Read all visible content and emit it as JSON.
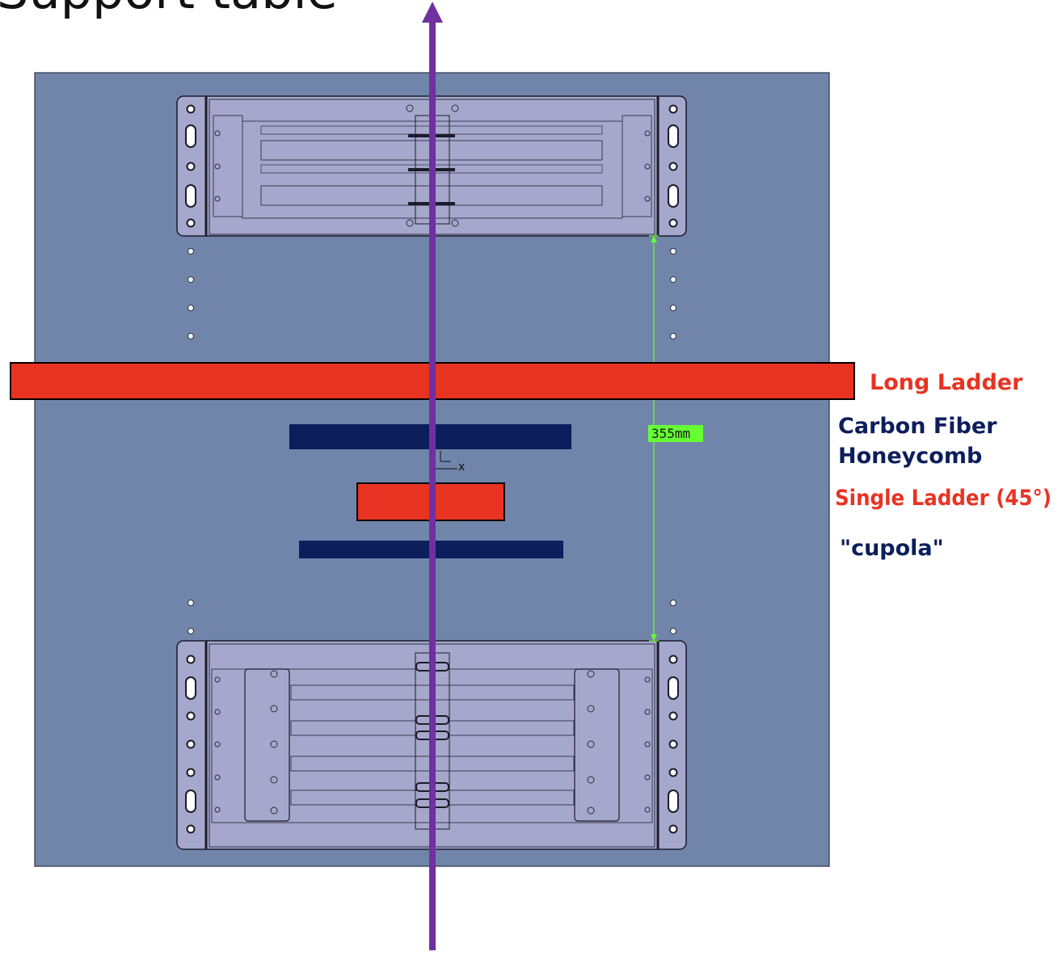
{
  "header": {
    "title": "Support table"
  },
  "labels": {
    "long_ladder": "Long Ladder",
    "carbon_fiber_line1": "Carbon Fiber",
    "carbon_fiber_line2": "Honeycomb",
    "single_ladder": "Single Ladder (45°)",
    "cupola": "\"cupola\""
  },
  "dimension": {
    "text": "355mm"
  },
  "axis": {
    "x_label": "x"
  },
  "colors": {
    "table": "#7185aa",
    "plate": "#a6a7cc",
    "ladder_red": "#e83323",
    "honeycomb_navy": "#0c1e5b",
    "beam_purple": "#7030a0",
    "dimension_green": "#66ff33",
    "label_red": "#e83323",
    "label_navy": "#0c1e5b"
  },
  "icons": {
    "beam": "arrow-up-icon"
  }
}
